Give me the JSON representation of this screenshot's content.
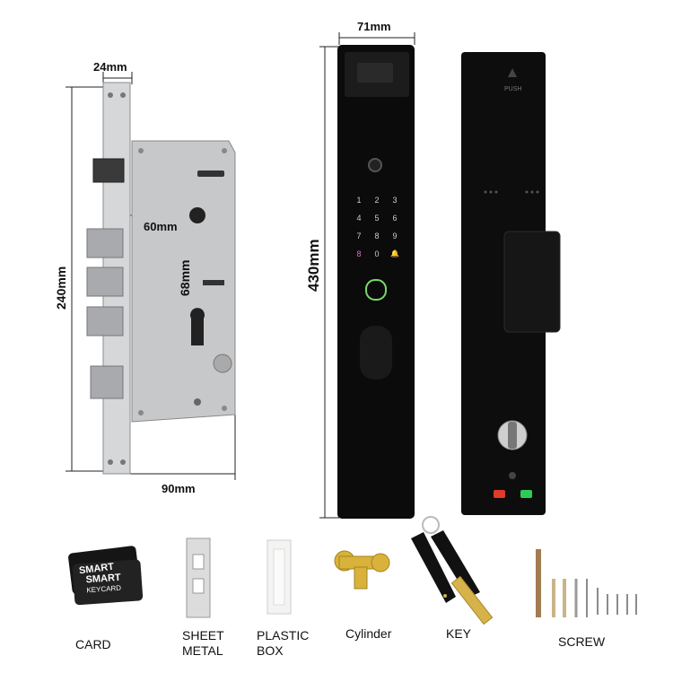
{
  "dimensions": {
    "faceplate_width": "24mm",
    "lock_height": "240mm",
    "backset": "60mm",
    "center_distance": "68mm",
    "case_width": "90mm",
    "panel_width": "71mm",
    "panel_height": "430mm"
  },
  "keypad": {
    "keys": [
      "1",
      "2",
      "3",
      "4",
      "5",
      "6",
      "7",
      "8",
      "9",
      "8",
      "0",
      "🔔"
    ]
  },
  "back_panel": {
    "push_label": "PUSH"
  },
  "accessories": [
    {
      "label": "CARD",
      "card_line1": "SMART",
      "card_line2": "KEYCARD"
    },
    {
      "label": "SHEET\nMETAL"
    },
    {
      "label": "PLASTIC\nBOX"
    },
    {
      "label": "Cylinder"
    },
    {
      "label": "KEY"
    },
    {
      "label": "SCREW"
    }
  ],
  "colors": {
    "panel_black": "#0b0b0b",
    "steel": "#c9cbcd",
    "accent_red": "#e03a2a",
    "accent_green": "#2ecc55",
    "fingerprint_ring": "#7bd96a"
  }
}
